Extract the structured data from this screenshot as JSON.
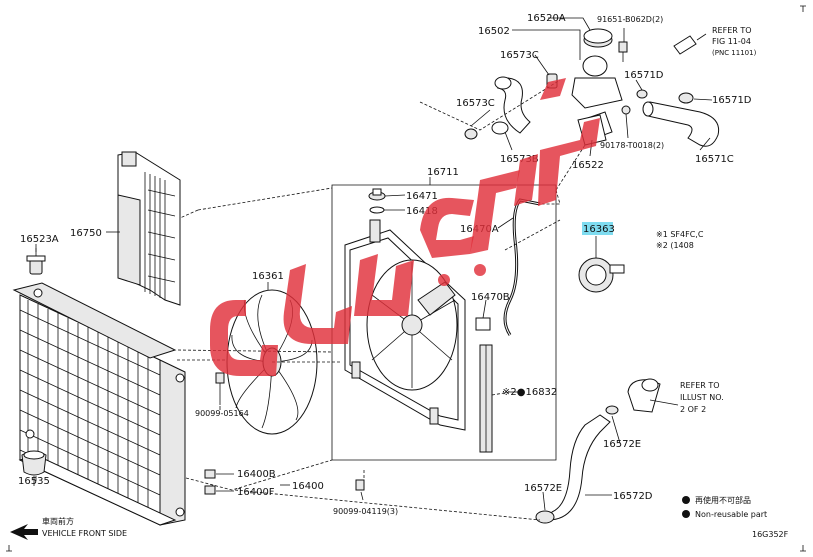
{
  "diagram_code": "16G352F",
  "selected_part": "16363",
  "colors": {
    "highlight": "#7fdcf0",
    "watermark": "#e0303a",
    "line": "#111111"
  },
  "labels": {
    "p16502": "16502",
    "p16520A": "16520A",
    "p91651": "91651-B062D(2)",
    "refer_fig_l1": "REFER TO",
    "refer_fig_l2": "FIG 11-04",
    "refer_fig_l3": "(PNC 11101)",
    "p16573C_top": "16573C",
    "p16571D_a": "16571D",
    "p16571D_b": "16571D",
    "p16573C_left": "16573C",
    "p90178": "90178-T0018(2)",
    "p16571C": "16571C",
    "p16573B": "16573B",
    "p16522": "16522",
    "p16711": "16711",
    "p16471": "16471",
    "p16418": "16418",
    "p16470A": "16470A",
    "p16363": "16363",
    "note1": "※1 SF4FC,C",
    "note2": "※2 (1408",
    "p16523A": "16523A",
    "p16750": "16750",
    "p16361": "16361",
    "p16470B": "16470B",
    "p16832": "※2●16832",
    "p90099_05164": "90099-05164",
    "refer_illust_l1": "REFER TO",
    "refer_illust_l2": "ILLUST NO.",
    "refer_illust_l3": "2 OF 2",
    "p16572E_a": "16572E",
    "p16535": "16535",
    "p16400B": "16400B",
    "p16400F": "16400F",
    "p16400": "16400",
    "p16572E_b": "16572E",
    "p16572D": "16572D",
    "p90099_04119": "90099-04119(3)",
    "legend_reuse_jp": "再使用不可部品",
    "legend_reuse_en": "Non-reusable part",
    "front_jp": "車両前方",
    "front_en": "VEHICLE FRONT SIDE"
  }
}
